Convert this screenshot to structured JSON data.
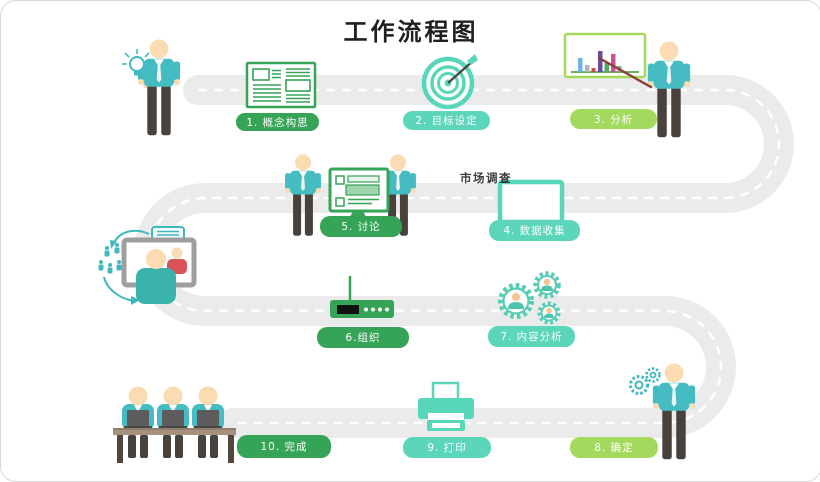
{
  "title": "工作流程图",
  "annotation": {
    "market_research": "市场调查"
  },
  "colors": {
    "road": "#ebebeb",
    "road_dash": "#ffffff",
    "pill_green": "#36a457",
    "pill_mint": "#5cd6ba",
    "pill_light_green": "#a3da5e",
    "person_shirt": "#45bcc2",
    "person_skin": "#fbdcb2",
    "person_pants": "#49423c",
    "video_person_shirt": "#d95357",
    "monitor_frame_gray": "#9e9e9e",
    "whiteboard_bar_colors": [
      "#6fb3e0",
      "#b3b3b3",
      "#cc4c4c",
      "#6a4b9e",
      "#55a868",
      "#c9519b",
      "#9a9a9a"
    ]
  },
  "steps": [
    {
      "id": 1,
      "label": "1. 概念构思",
      "color": "green",
      "icon": "newspaper-icon"
    },
    {
      "id": 2,
      "label": "2. 目标设定",
      "color": "mint",
      "icon": "target-icon"
    },
    {
      "id": 3,
      "label": "3. 分析",
      "color": "lightgreen",
      "icon": "presentation-chart-icon"
    },
    {
      "id": 4,
      "label": "4. 数据收集",
      "color": "mint",
      "icon": "survey-monitor-icon"
    },
    {
      "id": 5,
      "label": "5. 讨论",
      "color": "green",
      "icon": "discussion-monitor-icon"
    },
    {
      "id": 6,
      "label": "6.组织",
      "color": "green",
      "icon": "router-icon"
    },
    {
      "id": 7,
      "label": "7. 内容分析",
      "color": "mint",
      "icon": "team-gears-icon"
    },
    {
      "id": 8,
      "label": "8. 确定",
      "color": "lightgreen",
      "icon": "person-gears-icon"
    },
    {
      "id": 9,
      "label": "9. 打印",
      "color": "mint",
      "icon": "printer-icon"
    },
    {
      "id": 10,
      "label": "10. 完成",
      "color": "green",
      "icon": "meeting-table-icon"
    }
  ]
}
